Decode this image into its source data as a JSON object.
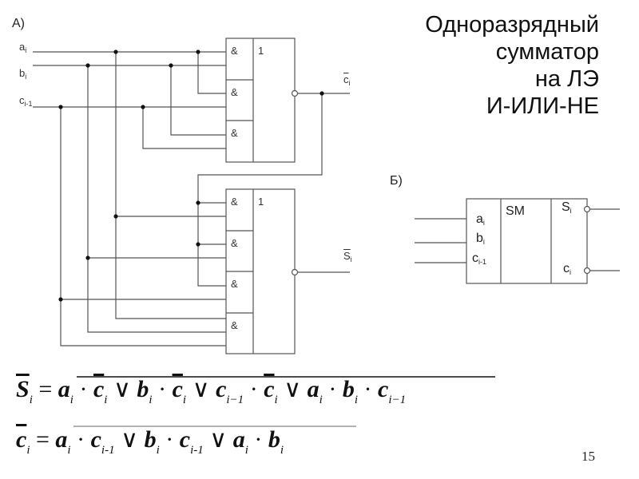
{
  "title": {
    "lines": [
      "Одноразрядный",
      "сумматор",
      "на ЛЭ",
      "И-ИЛИ-НЕ"
    ]
  },
  "diagram_a": {
    "label": "А)",
    "inputs": [
      {
        "name": "a",
        "sub": "i"
      },
      {
        "name": "b",
        "sub": "i"
      },
      {
        "name": "c",
        "sub": "i-1"
      }
    ],
    "gate_upper": {
      "and_symbol": "&",
      "or_symbol": "1",
      "and_count": 3,
      "output": {
        "name": "c",
        "sub": "i",
        "inverted": true
      }
    },
    "gate_lower": {
      "and_symbol": "&",
      "or_symbol": "1",
      "and_count": 4,
      "output": {
        "name": "S",
        "sub": "i",
        "inverted": true
      }
    }
  },
  "diagram_b": {
    "label": "Б)",
    "function_label": "SM",
    "inputs": [
      {
        "name": "a",
        "sub": "i"
      },
      {
        "name": "b",
        "sub": "i"
      },
      {
        "name": "c",
        "sub": "i-1"
      }
    ],
    "outputs": [
      {
        "name": "S",
        "sub": "i",
        "inverted": true
      },
      {
        "name": "c",
        "sub": "i",
        "inverted": true
      }
    ]
  },
  "formulas": {
    "s_bar": {
      "lhs": "S",
      "lhs_sub": "i",
      "eq": "=",
      "terms": [
        [
          {
            "v": "a",
            "s": "i"
          },
          {
            "v": "c",
            "s": "i",
            "bar": true
          }
        ],
        [
          {
            "v": "b",
            "s": "i"
          },
          {
            "v": "c",
            "s": "i",
            "bar": true
          }
        ],
        [
          {
            "v": "c",
            "s": "i−1"
          },
          {
            "v": "c",
            "s": "i",
            "bar": true
          }
        ],
        [
          {
            "v": "a",
            "s": "i"
          },
          {
            "v": "b",
            "s": "i"
          },
          {
            "v": "c",
            "s": "i−1"
          }
        ]
      ]
    },
    "c_bar": {
      "lhs": "c",
      "lhs_sub": "i",
      "eq": "=",
      "terms": [
        [
          {
            "v": "a",
            "s": "i"
          },
          {
            "v": "c",
            "s": "i-1"
          }
        ],
        [
          {
            "v": "b",
            "s": "i"
          },
          {
            "v": "c",
            "s": "i-1"
          }
        ],
        [
          {
            "v": "a",
            "s": "i"
          },
          {
            "v": "b",
            "s": "i"
          }
        ]
      ]
    },
    "and_op": "·",
    "or_op": "∨"
  },
  "page_number": "15"
}
